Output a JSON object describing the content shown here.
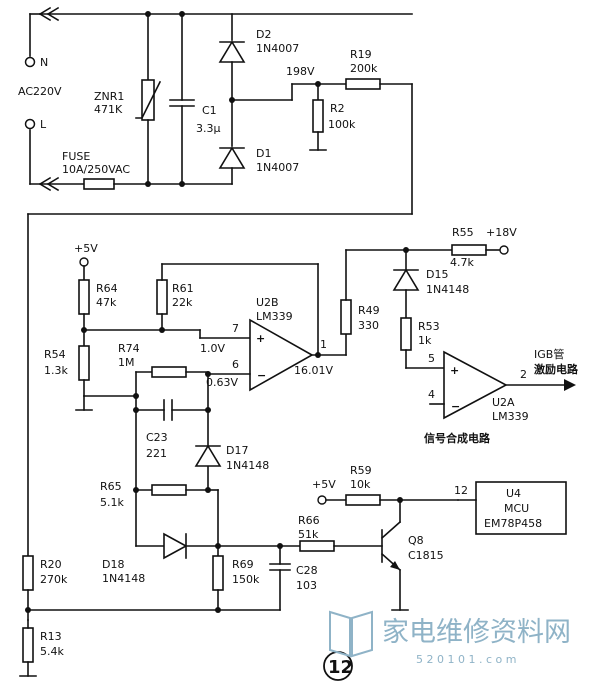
{
  "mains": {
    "n_terminal": "N",
    "l_terminal": "L",
    "voltage_label": "AC220V",
    "fuse_name": "FUSE",
    "fuse_rating": "10A/250VAC"
  },
  "components": {
    "znr1": {
      "name": "ZNR1",
      "value": "471K"
    },
    "c1": {
      "name": "C1",
      "value": "3.3μ"
    },
    "d2": {
      "name": "D2",
      "value": "1N4007"
    },
    "d1": {
      "name": "D1",
      "value": "1N4007"
    },
    "r19": {
      "name": "R19",
      "value": "200k"
    },
    "r2": {
      "name": "R2",
      "value": "100k"
    },
    "r55": {
      "name": "R55",
      "value": "4.7k"
    },
    "d15": {
      "name": "D15",
      "value": "1N4148"
    },
    "r53": {
      "name": "R53",
      "value": "1k"
    },
    "r49": {
      "name": "R49",
      "value": "330"
    },
    "r64": {
      "name": "R64",
      "value": "47k"
    },
    "r61": {
      "name": "R61",
      "value": "22k"
    },
    "r54": {
      "name": "R54",
      "value": "1.3k"
    },
    "r74": {
      "name": "R74",
      "value": "1M"
    },
    "u2b": {
      "name": "U2B",
      "value": "LM339"
    },
    "u2a": {
      "name": "U2A",
      "value": "LM339"
    },
    "c23": {
      "name": "C23",
      "value": "221"
    },
    "d17": {
      "name": "D17",
      "value": "1N4148"
    },
    "r65": {
      "name": "R65",
      "value": "5.1k"
    },
    "d18": {
      "name": "D18",
      "value": "1N4148"
    },
    "r69": {
      "name": "R69",
      "value": "150k"
    },
    "c28": {
      "name": "C28",
      "value": "103"
    },
    "r66": {
      "name": "R66",
      "value": "51k"
    },
    "r59": {
      "name": "R59",
      "value": "10k"
    },
    "q8": {
      "name": "Q8",
      "value": "C1815"
    },
    "r20": {
      "name": "R20",
      "value": "270k"
    },
    "r13": {
      "name": "R13",
      "value": "5.4k"
    },
    "u4": {
      "line1": "U4",
      "line2": "MCU",
      "line3": "EM78P458"
    }
  },
  "nets": {
    "v198": "198V",
    "plus18": "+18V",
    "plus5_left": "+5V",
    "plus5_q8": "+5V",
    "v1_0": "1.0V",
    "v0_63": "0.63V",
    "v16_01": "16.01V",
    "pin7": "7",
    "pin6": "6",
    "pin1": "1",
    "pin5": "5",
    "pin4": "4",
    "pin2": "2",
    "pin12": "12"
  },
  "annotations": {
    "output_line1": "IGB管",
    "output_line2": "激励电路",
    "signal_synthesis": "信号合成电路",
    "figure_number": "12"
  },
  "watermark": {
    "text": "家电维修资料网",
    "url": "5 2 0 1 0 1 . c o m"
  },
  "colors": {
    "ink": "#111111",
    "paper": "#ffffff",
    "watermark": "#8fb3c7"
  }
}
